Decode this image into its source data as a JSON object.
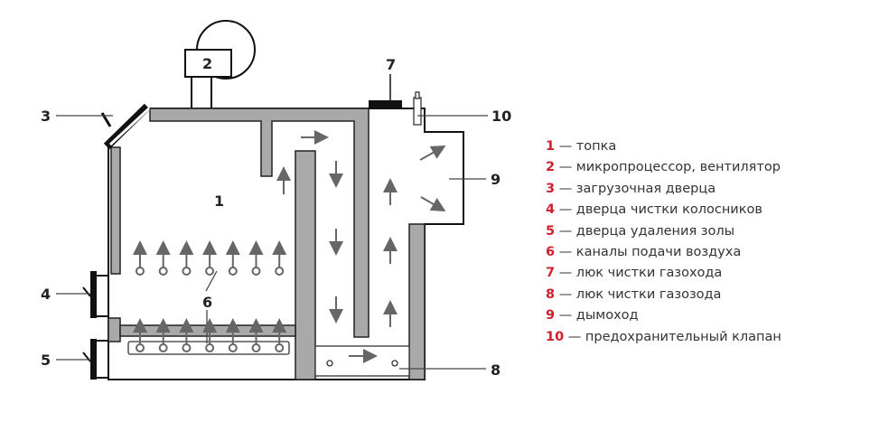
{
  "diagram": {
    "labels": [
      "1",
      "2",
      "3",
      "4",
      "5",
      "6",
      "7",
      "8",
      "9",
      "10"
    ]
  },
  "legend": [
    {
      "num": "1",
      "text": " — топка"
    },
    {
      "num": "2",
      "text": " — микропроцессор, вентилятор"
    },
    {
      "num": "3",
      "text": " — загрузочная дверца"
    },
    {
      "num": "4",
      "text": " — дверца чистки колосников"
    },
    {
      "num": "5",
      "text": " — дверца удаления золы"
    },
    {
      "num": "6",
      "text": " — каналы подачи воздуха"
    },
    {
      "num": "7",
      "text": " — люк чистки газохода"
    },
    {
      "num": "8",
      "text": " — люк чистки газозода"
    },
    {
      "num": "9",
      "text": " — дымоход"
    },
    {
      "num": "10",
      "text": " — предохранительный клапан"
    }
  ],
  "colors": {
    "accent": "#d0202e",
    "wall": "#a9a9a9",
    "line": "#111111"
  }
}
